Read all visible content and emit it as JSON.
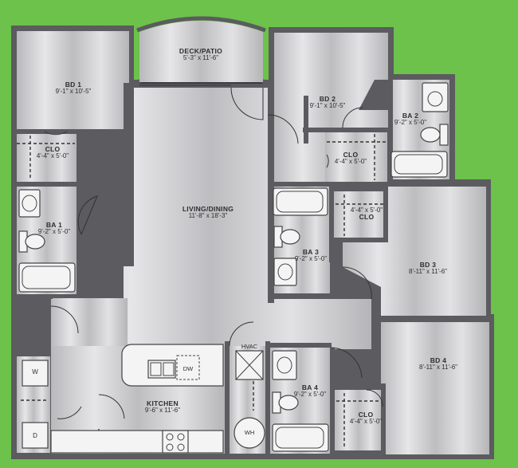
{
  "rooms": {
    "deck": {
      "name": "DECK/PATIO",
      "dims": "5'-3\" x 11'-6\""
    },
    "bd1": {
      "name": "BD 1",
      "dims": "9'-1\" x 10'-5\""
    },
    "bd2": {
      "name": "BD 2",
      "dims": "9'-1\" x 10'-5\""
    },
    "ba2": {
      "name": "BA 2",
      "dims": "9'-2\" x 5'-0\""
    },
    "clo1": {
      "name": "CLO",
      "dims": "4'-4\" x 5'-0\""
    },
    "clo2": {
      "name": "CLO",
      "dims": "4'-4\" x 5'-0\""
    },
    "living": {
      "name": "LIVING/DINING",
      "dims": "11'-8\" x 18'-3\""
    },
    "ba1": {
      "name": "BA 1",
      "dims": "9'-2\" x 5'-0\""
    },
    "clo3": {
      "name": "CLO",
      "dims": "4'-4\" x 5'-0\""
    },
    "ba3": {
      "name": "BA 3",
      "dims": "9'-2\" x 5'-0\""
    },
    "bd3": {
      "name": "BD 3",
      "dims": "8'-11\" x 11'-6\""
    },
    "bd4": {
      "name": "BD 4",
      "dims": "8'-11\" x 11'-6\""
    },
    "ba4": {
      "name": "BA 4",
      "dims": "9'-2\" x 5'-0\""
    },
    "clo4": {
      "name": "CLO",
      "dims": "4'-4\" x 5'-0\""
    },
    "kitchen": {
      "name": "KITCHEN",
      "dims": "9'-6\" x 11'-6\""
    }
  },
  "fixtures": {
    "hvac": "HVAC",
    "dishwasher": "DW",
    "water_heater": "WH",
    "washer": "W",
    "dryer": "D"
  },
  "colors": {
    "background": "#6cc24a",
    "walls": "#5b5b60",
    "floor": "#c9c9cb"
  }
}
